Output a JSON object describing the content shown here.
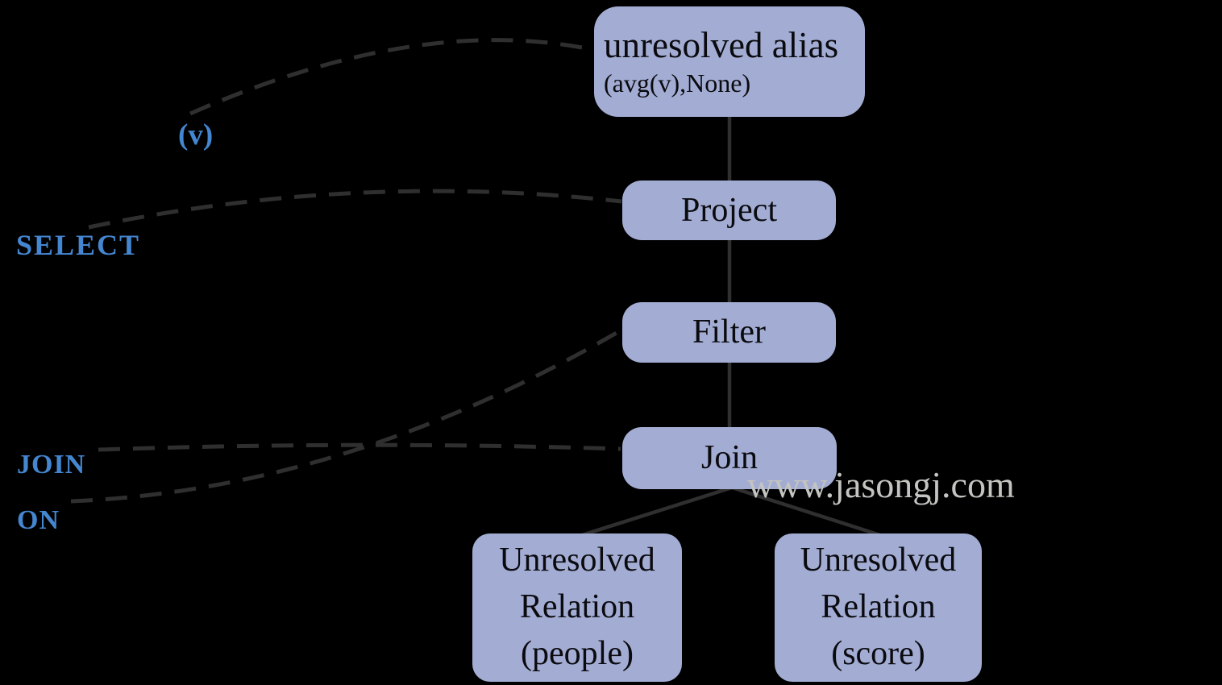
{
  "diagram": {
    "title_hint": "SQL unresolved logical plan tree",
    "nodes": {
      "alias": {
        "title": "unresolved alias",
        "subtitle": "(avg(v),None)"
      },
      "project": {
        "label": "Project"
      },
      "filter": {
        "label": "Filter"
      },
      "join": {
        "label": "Join"
      },
      "people": {
        "lines": [
          "Unresolved",
          "Relation",
          "(people)"
        ]
      },
      "score": {
        "lines": [
          "Unresolved",
          "Relation",
          "(score)"
        ]
      }
    },
    "annotations": {
      "v": "(v)",
      "select": "SELECT",
      "join": "JOIN",
      "on": "ON"
    },
    "edges": [
      {
        "from": "alias",
        "to": "project",
        "style": "solid"
      },
      {
        "from": "project",
        "to": "filter",
        "style": "solid"
      },
      {
        "from": "filter",
        "to": "join",
        "style": "solid"
      },
      {
        "from": "join",
        "to": "people",
        "style": "solid"
      },
      {
        "from": "join",
        "to": "score",
        "style": "solid"
      },
      {
        "from": "annotation-v",
        "to": "alias",
        "style": "dashed"
      },
      {
        "from": "annotation-select",
        "to": "project",
        "style": "dashed"
      },
      {
        "from": "annotation-join",
        "to": "join",
        "style": "dashed"
      },
      {
        "from": "annotation-on",
        "to": "filter",
        "style": "dashed"
      }
    ],
    "watermark": "www.jasongj.com",
    "colors": {
      "node_fill": "#a3add3",
      "node_text": "#0a0a0f",
      "annotation_blue": "#4586d0",
      "edge": "#2f2f2f",
      "background": "#000000",
      "watermark": "#c4c4c0"
    }
  }
}
